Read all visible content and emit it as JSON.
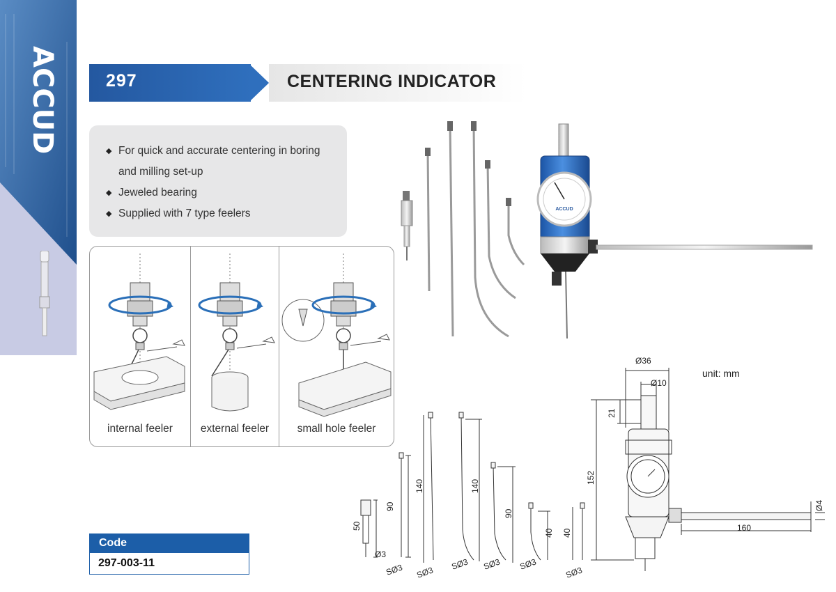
{
  "brand": "ACCUD",
  "header": {
    "code": "297",
    "title": "CENTERING INDICATOR"
  },
  "features": [
    "For quick and accurate centering in boring",
    "and milling set-up",
    "Jeweled bearing",
    "Supplied with 7 type feelers"
  ],
  "usage": {
    "labels": [
      "internal feeler",
      "external feeler",
      "small hole feeler"
    ]
  },
  "product": {
    "dial_brand": "ACCUD"
  },
  "code_table": {
    "header": "Code",
    "value": "297-003-11"
  },
  "drawing": {
    "unit": "unit: mm",
    "dims": {
      "d36": "Ø36",
      "d10": "Ø10",
      "h21": "21",
      "h152": "152",
      "d4": "Ø4",
      "l160": "160",
      "f50": "50",
      "f90a": "90",
      "f140a": "140",
      "f140b": "140",
      "f90b": "90",
      "f40a": "40",
      "f40b": "40",
      "phi3": "Ø3",
      "s1": "SØ3",
      "s2": "SØ3",
      "s3": "SØ3",
      "s4": "SØ3",
      "s5": "SØ3",
      "s6": "SØ3"
    }
  },
  "colors": {
    "brand_blue": "#1c5ea8",
    "panel_gray": "#e7e7e8",
    "side_lilac": "#c8cbe4"
  }
}
